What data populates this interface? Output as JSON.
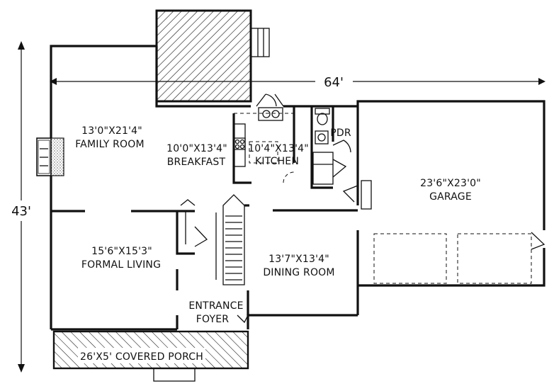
{
  "dimensions": {
    "width_label": "64'",
    "depth_label": "43'"
  },
  "rooms": {
    "family_room": {
      "size": "13'0\"X21'4\"",
      "name": "FAMILY ROOM"
    },
    "breakfast": {
      "size": "10'0\"X13'4\"",
      "name": "BREAKFAST"
    },
    "kitchen": {
      "size": "10'4\"X13'4\"",
      "name": "KITCHEN"
    },
    "pdr": {
      "name": "PDR"
    },
    "garage": {
      "size": "23'6\"X23'0\"",
      "name": "GARAGE"
    },
    "formal_living": {
      "size": "15'6\"X15'3\"",
      "name": "FORMAL LIVING"
    },
    "dining_room": {
      "size": "13'7\"X13'4\"",
      "name": "DINING ROOM"
    },
    "entrance_foyer": {
      "line1": "ENTRANCE",
      "line2": "FOYER"
    },
    "covered_porch": {
      "label": "26'X5' COVERED PORCH"
    }
  },
  "colors": {
    "line": "#111111",
    "background": "#ffffff"
  }
}
